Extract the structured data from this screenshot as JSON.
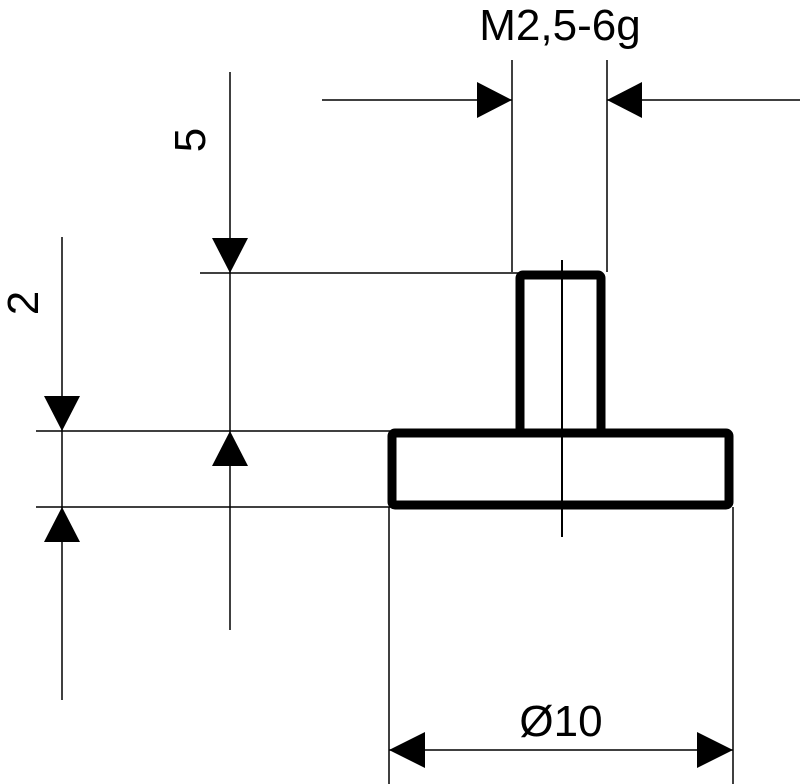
{
  "drawing": {
    "thread_spec": "M2,5-6g",
    "thread_length": "5",
    "base_height": "2",
    "base_diameter": "Ø10"
  },
  "colors": {
    "line": "#000000",
    "background": "#ffffff"
  }
}
